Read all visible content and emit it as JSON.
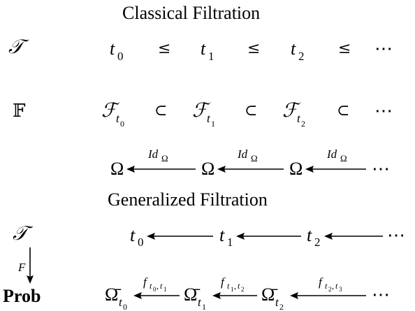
{
  "classical": {
    "title": "Classical Filtration",
    "time_symbol": "𝒯",
    "filtration_symbol": "𝔽",
    "leq": "≤",
    "subset": "⊂",
    "ellipsis": "⋯",
    "times": [
      "t",
      "t",
      "t"
    ],
    "time_subscripts": [
      "0",
      "1",
      "2"
    ],
    "sigma_symbol": "ℱ",
    "sigma_subscripts": [
      {
        "main": "t",
        "inner": "0"
      },
      {
        "main": "t",
        "inner": "1"
      },
      {
        "main": "t",
        "inner": "2"
      }
    ],
    "omega": "Ω",
    "identity_label": "Id",
    "identity_subscript": "Ω"
  },
  "generalized": {
    "title": "Generalized Filtration",
    "time_symbol": "𝒯",
    "functor_label": "F",
    "prob_label": "Prob",
    "ellipsis": "⋯",
    "times": [
      "t",
      "t",
      "t"
    ],
    "time_subscripts": [
      "0",
      "1",
      "2"
    ],
    "omega_bar": "Ω̄",
    "omega_subscripts": [
      {
        "main": "t",
        "inner": "0"
      },
      {
        "main": "t",
        "inner": "1"
      },
      {
        "main": "t",
        "inner": "2"
      }
    ],
    "map_label": "f",
    "map_subscripts": [
      {
        "a": "t",
        "a_inner": "0",
        "b": "t",
        "b_inner": "1"
      },
      {
        "a": "t",
        "a_inner": "1",
        "b": "t",
        "b_inner": "2"
      },
      {
        "a": "t",
        "a_inner": "2",
        "b": "t",
        "b_inner": "3"
      }
    ]
  }
}
